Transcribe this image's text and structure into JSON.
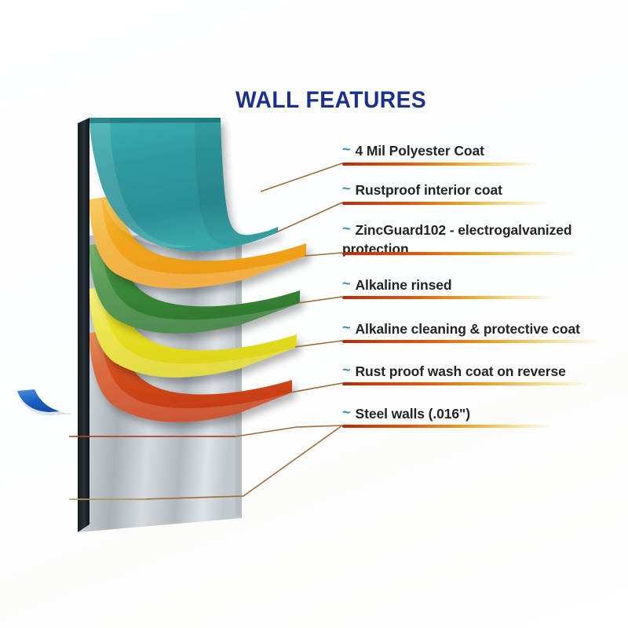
{
  "title": "WALL FEATURES",
  "accent_colors": {
    "title_blue": "#1b2f8f",
    "bullet_teal": "#2f8fae",
    "underline_red": "#cf3c08",
    "underline_orange": "#efa024",
    "leader_line": "#9b6b3a"
  },
  "bullet_glyph": "~",
  "labels": [
    {
      "text": "4 Mil Polyester Coat"
    },
    {
      "text": "Rustproof interior coat"
    },
    {
      "text": "ZincGuard102 - electrogalvanized protection"
    },
    {
      "text": "Alkaline rinsed"
    },
    {
      "text": "Alkaline cleaning & protective coat"
    },
    {
      "text": "Rust proof wash coat on reverse"
    },
    {
      "text": "Steel walls (.016\")"
    }
  ],
  "diagram": {
    "name": "wall-layer-cutaway",
    "layers": [
      {
        "name": "polyester-coat-layer",
        "color": "#2f9ba0",
        "edge": "#1d7a80"
      },
      {
        "name": "rustproof-interior-layer",
        "color": "#f0a81e",
        "edge": "#c9851a"
      },
      {
        "name": "zincguard-layer",
        "color": "#3d8a3a",
        "edge": "#2c6a2a"
      },
      {
        "name": "alkaline-rinse-layer",
        "color": "#e8e024",
        "edge": "#c4bb18"
      },
      {
        "name": "wash-coat-layer",
        "color": "#d4511e",
        "edge": "#a83c13"
      },
      {
        "name": "blue-edge-layer",
        "color": "#1a5fc4",
        "edge": "#13459a"
      },
      {
        "name": "steel-base-panel",
        "color": "#b7bdc2",
        "edge": "#8d959b"
      }
    ]
  }
}
